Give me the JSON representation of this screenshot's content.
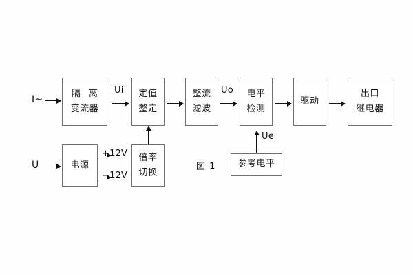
{
  "diagram": {
    "caption": "图 1",
    "blocks": [
      {
        "id": "isolation-ct",
        "line1": "隔 离",
        "line2": "变流器"
      },
      {
        "id": "setting",
        "line1": "定值",
        "line2": "整定"
      },
      {
        "id": "rectify-filter",
        "line1": "整流",
        "line2": "滤波"
      },
      {
        "id": "level-detect",
        "line1": "电平",
        "line2": "检测"
      },
      {
        "id": "drive",
        "line1": "驱动",
        "line2": ""
      },
      {
        "id": "output-relay",
        "line1": "出口",
        "line2": "继电器"
      },
      {
        "id": "power-supply",
        "line1": "电源",
        "line2": ""
      },
      {
        "id": "multiplier",
        "line1": "倍率",
        "line2": "切换"
      },
      {
        "id": "reference",
        "line1": "参考电平",
        "line2": ""
      }
    ],
    "terminals": {
      "current_input": "I~",
      "voltage_input": "U"
    },
    "signals": {
      "ui": "Ui",
      "uo": "Uo",
      "ue": "Ue",
      "pos12v": "+12V",
      "neg12v": "−12V"
    }
  }
}
